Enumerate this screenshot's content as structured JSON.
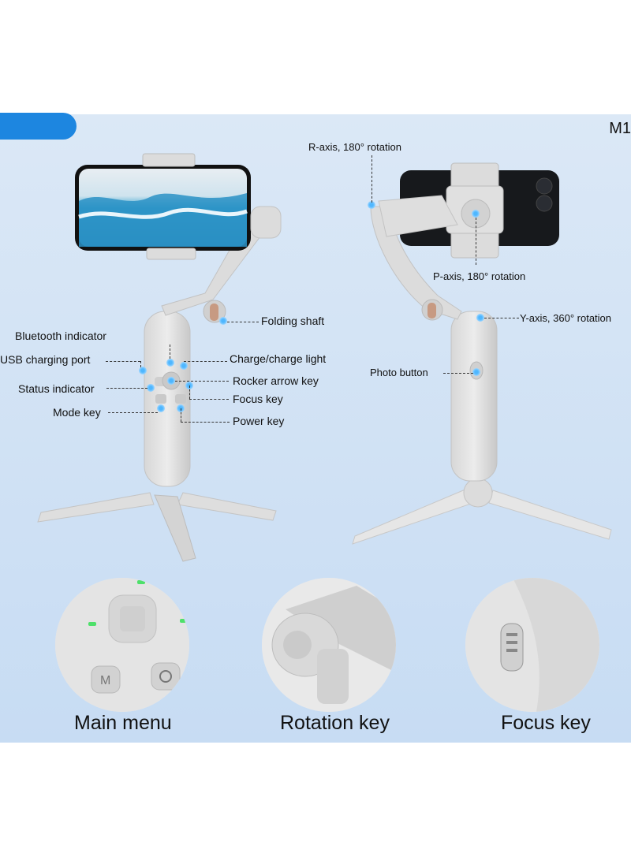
{
  "model_tag": "M1",
  "left_labels": {
    "folding_shaft": "Folding shaft",
    "bluetooth_indicator": "Bluetooth indicator",
    "usb_charging_port": "USB charging port",
    "charge_light": "Charge/charge light",
    "rocker_arrow_key": "Rocker arrow key",
    "status_indicator": "Status indicator",
    "focus_key": "Focus key",
    "mode_key": "Mode key",
    "power_key": "Power key"
  },
  "right_labels": {
    "r_axis": "R-axis, 180° rotation",
    "p_axis": "P-axis, 180° rotation",
    "y_axis": "Y-axis, 360° rotation",
    "photo_button": "Photo button"
  },
  "captions": {
    "main_menu": "Main menu",
    "rotation_key": "Rotation key",
    "focus_key": "Focus key"
  },
  "colors": {
    "accent_tab": "#1d86e0",
    "panel_top": "#dbe8f6",
    "panel_bottom": "#c7dcf3",
    "indicator_green": "#4ee06a",
    "callout_dot": "#4fb7ff"
  }
}
